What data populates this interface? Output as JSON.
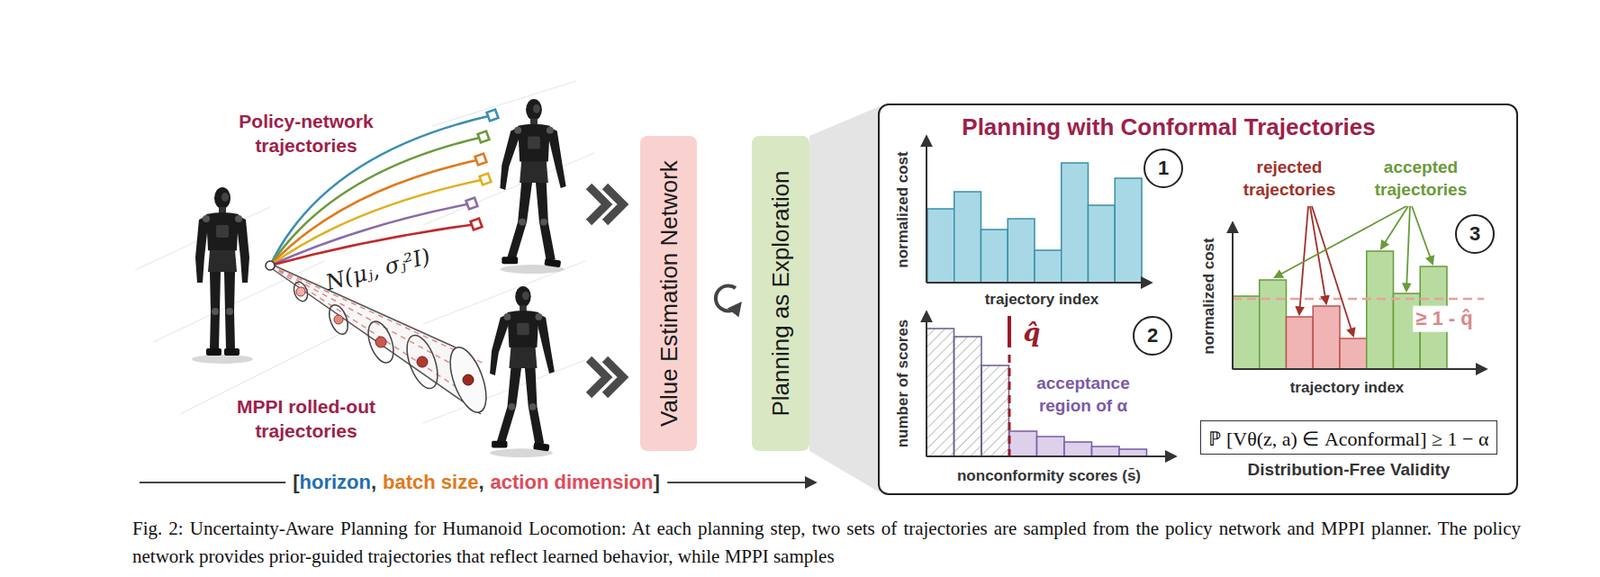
{
  "diagram": {
    "caption": "Fig. 2: Uncertainty-Aware Planning for Humanoid Locomotion: At each planning step, two sets of trajectories are sampled from the policy network and MPPI planner. The policy network provides prior-guided trajectories that reflect learned behavior, while MPPI samples",
    "nodes": [
      {
        "text": [
          "Value Estimation Network"
        ]
      },
      {
        "text": [
          "Planning as Exploration"
        ]
      },
      {
        "text": [
          "Planning with Conformal Trajectories"
        ]
      },
      {
        "text": [
          "1"
        ],
        "in": 2
      },
      {
        "text": [
          "2"
        ],
        "in": 2
      },
      {
        "text": [
          "3"
        ],
        "in": 2
      },
      {
        "text": [
          "ℙ [Vθ(z, a) ∈ Aconformal] ≥ 1 − α",
          "Distribution-Free Validity"
        ],
        "in": 2
      }
    ],
    "labels": [
      "Policy-network trajectories",
      "MPPI rolled-out trajectories",
      "N(μⱼ, σⱼ²I)",
      "[",
      "horizon",
      ",",
      "batch size",
      ",",
      "action dimension",
      "]",
      "normalized cost",
      "trajectory index",
      "number of scores",
      "nonconformity scores (s̄)",
      "q̂",
      "acceptance region of α",
      "rejected trajectories",
      "accepted trajectories",
      "normalized cost",
      "trajectory index",
      "≥ 1 - q̂"
    ]
  }
}
